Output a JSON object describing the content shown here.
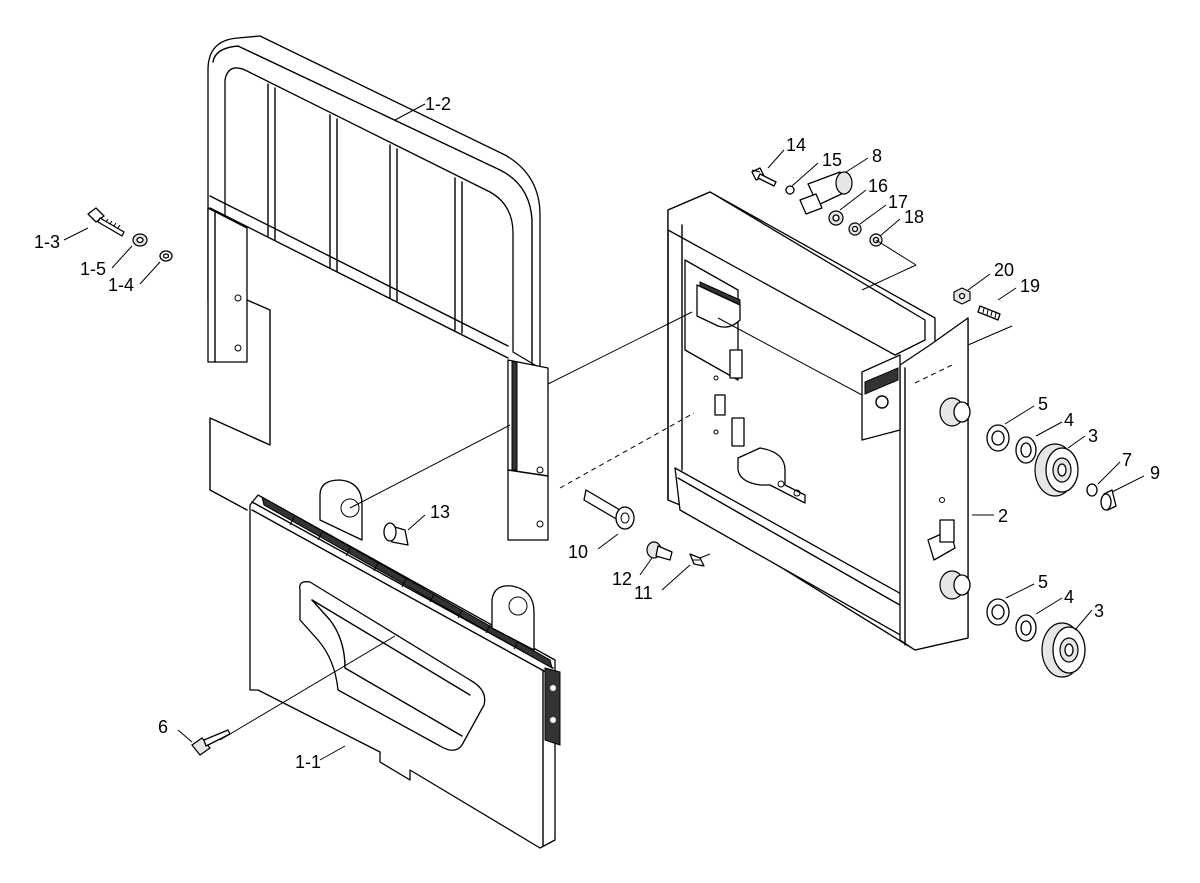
{
  "labels": {
    "p1_1": "1-1",
    "p1_2": "1-2",
    "p1_3": "1-3",
    "p1_4": "1-4",
    "p1_5": "1-5",
    "p2": "2",
    "p3a": "3",
    "p3b": "3",
    "p4a": "4",
    "p4b": "4",
    "p5a": "5",
    "p5b": "5",
    "p6": "6",
    "p7": "7",
    "p8": "8",
    "p9": "9",
    "p10": "10",
    "p11": "11",
    "p12": "12",
    "p13": "13",
    "p14": "14",
    "p15": "15",
    "p16": "16",
    "p17": "17",
    "p18": "18",
    "p19": "19",
    "p20": "20"
  }
}
